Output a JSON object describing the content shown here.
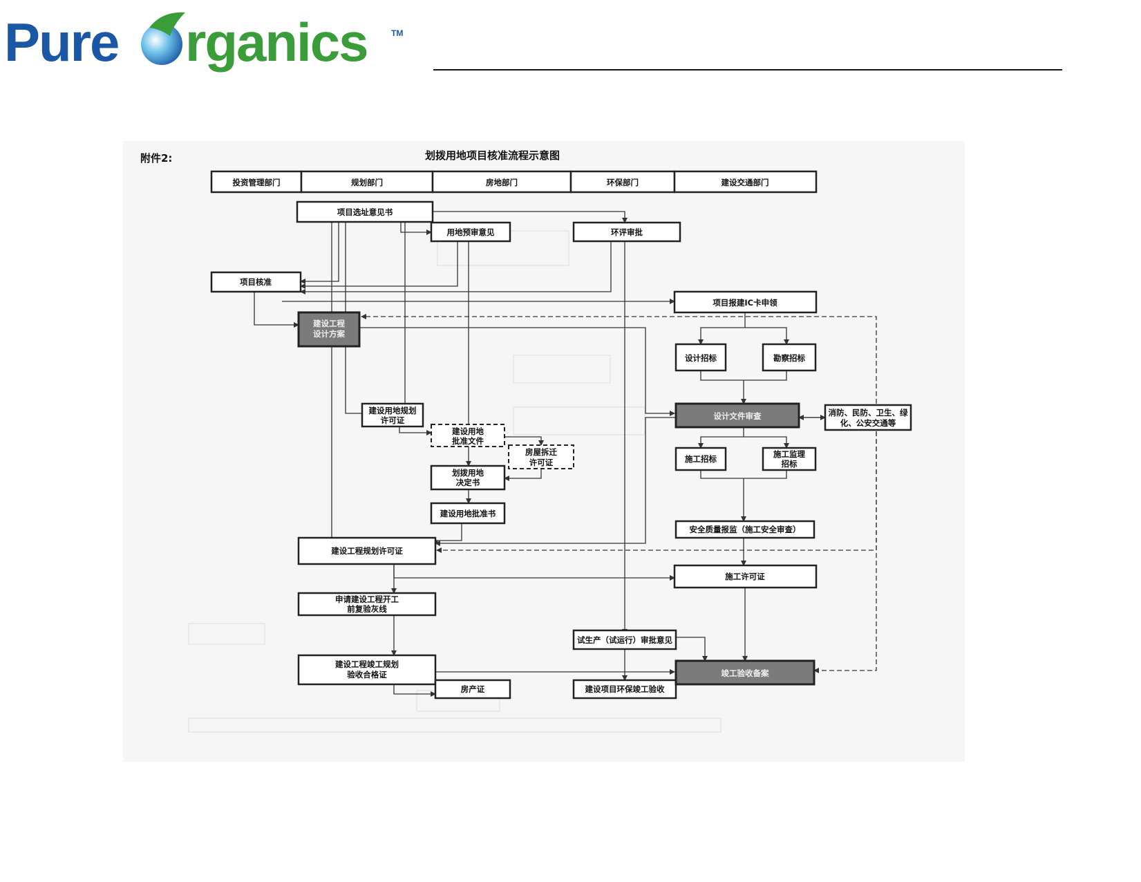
{
  "brand": {
    "name_part1": "Pure",
    "name_part2": "rganics",
    "tm": "TM",
    "colors": {
      "blue": "#1a58a6",
      "green": "#3a9d3a"
    }
  },
  "attachment_label": "附件2:",
  "diagram_title": "划拨用地项目核准流程示意图",
  "departments": [
    "投资管理部门",
    "规划部门",
    "房地部门",
    "环保部门",
    "建设交通部门"
  ],
  "nodes": {
    "site_opinion": [
      "项目选址意见书"
    ],
    "land_pre_review": [
      "用地预审意见"
    ],
    "eia_approval": [
      "环评审批"
    ],
    "project_approval": [
      "项目核准"
    ],
    "ic_card": [
      "项目报建IC卡申领"
    ],
    "design_scheme": [
      "建设工程",
      "设计方案"
    ],
    "design_bidding": [
      "设计招标"
    ],
    "survey_bidding": [
      "勘察招标"
    ],
    "land_planning_permit": [
      "建设用地规划",
      "许可证"
    ],
    "land_approval_doc": [
      "建设用地",
      "批准文件"
    ],
    "demolition_permit": [
      "房屋拆迁",
      "许可证"
    ],
    "allocation_decision": [
      "划拨用地",
      "决定书"
    ],
    "land_approval_letter": [
      "建设用地批准书"
    ],
    "design_doc_review": [
      "设计文件审查"
    ],
    "fire_civil_defense": [
      "消防、民防、卫生、绿",
      "化、公安交通等"
    ],
    "construction_bidding": [
      "施工招标"
    ],
    "supervision_bidding": [
      "施工监理",
      "招标"
    ],
    "safety_quality": [
      "安全质量报监（施工安全审查）"
    ],
    "engineering_planning_permit": [
      "建设工程规划许可证"
    ],
    "construction_permit": [
      "施工许可证"
    ],
    "pre_start_check": [
      "申请建设工程开工",
      "前复验灰线"
    ],
    "trial_production": [
      "试生产（试运行）审批意见"
    ],
    "completion_planning": [
      "建设工程竣工规划",
      "验收合格证"
    ],
    "property_cert": [
      "房产证"
    ],
    "env_completion": [
      "建设项目环保竣工验收"
    ],
    "completion_filing": [
      "竣工验收备案"
    ]
  }
}
